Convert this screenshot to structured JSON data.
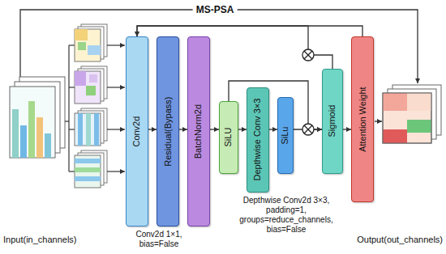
{
  "diagram": {
    "title": "MS-PSA",
    "nodes": [
      {
        "text": [
          "Conv2d"
        ]
      },
      {
        "text": [
          "Residual(Bypass)"
        ]
      },
      {
        "text": [
          "BatchNorm2d"
        ]
      },
      {
        "text": [
          "SiLU"
        ]
      },
      {
        "text": [
          "Depthwise Conv 3×3"
        ]
      },
      {
        "text": [
          "SiLu"
        ]
      },
      {
        "text": [
          "Sigmoid"
        ]
      },
      {
        "text": [
          "Attention Weight"
        ]
      }
    ],
    "edges": [
      {
        "from": 0,
        "to": 1,
        "arrow": "to"
      },
      {
        "from": 1,
        "to": 2,
        "arrow": "to"
      },
      {
        "from": 2,
        "to": 3,
        "arrow": "to"
      },
      {
        "from": 3,
        "to": 4,
        "arrow": "to"
      },
      {
        "from": 4,
        "to": 5,
        "arrow": "to"
      },
      {
        "from": 5,
        "to": 6,
        "arrow": "to"
      },
      {
        "from": 6,
        "to": 7,
        "arrow": "to"
      },
      {
        "from": 3,
        "to": 6,
        "arrow": "to"
      },
      {
        "from": 6,
        "to": 0,
        "arrow": "to"
      },
      {
        "from": 7,
        "to": 0,
        "arrow": "to"
      }
    ],
    "labels": [
      "Input(in_channels)",
      "Conv2d 1×1, bias=False",
      "Depthwise Conv2d 3×3, padding=1, groups=reduce_channels, bias=False",
      "Output(out_channels)"
    ]
  }
}
